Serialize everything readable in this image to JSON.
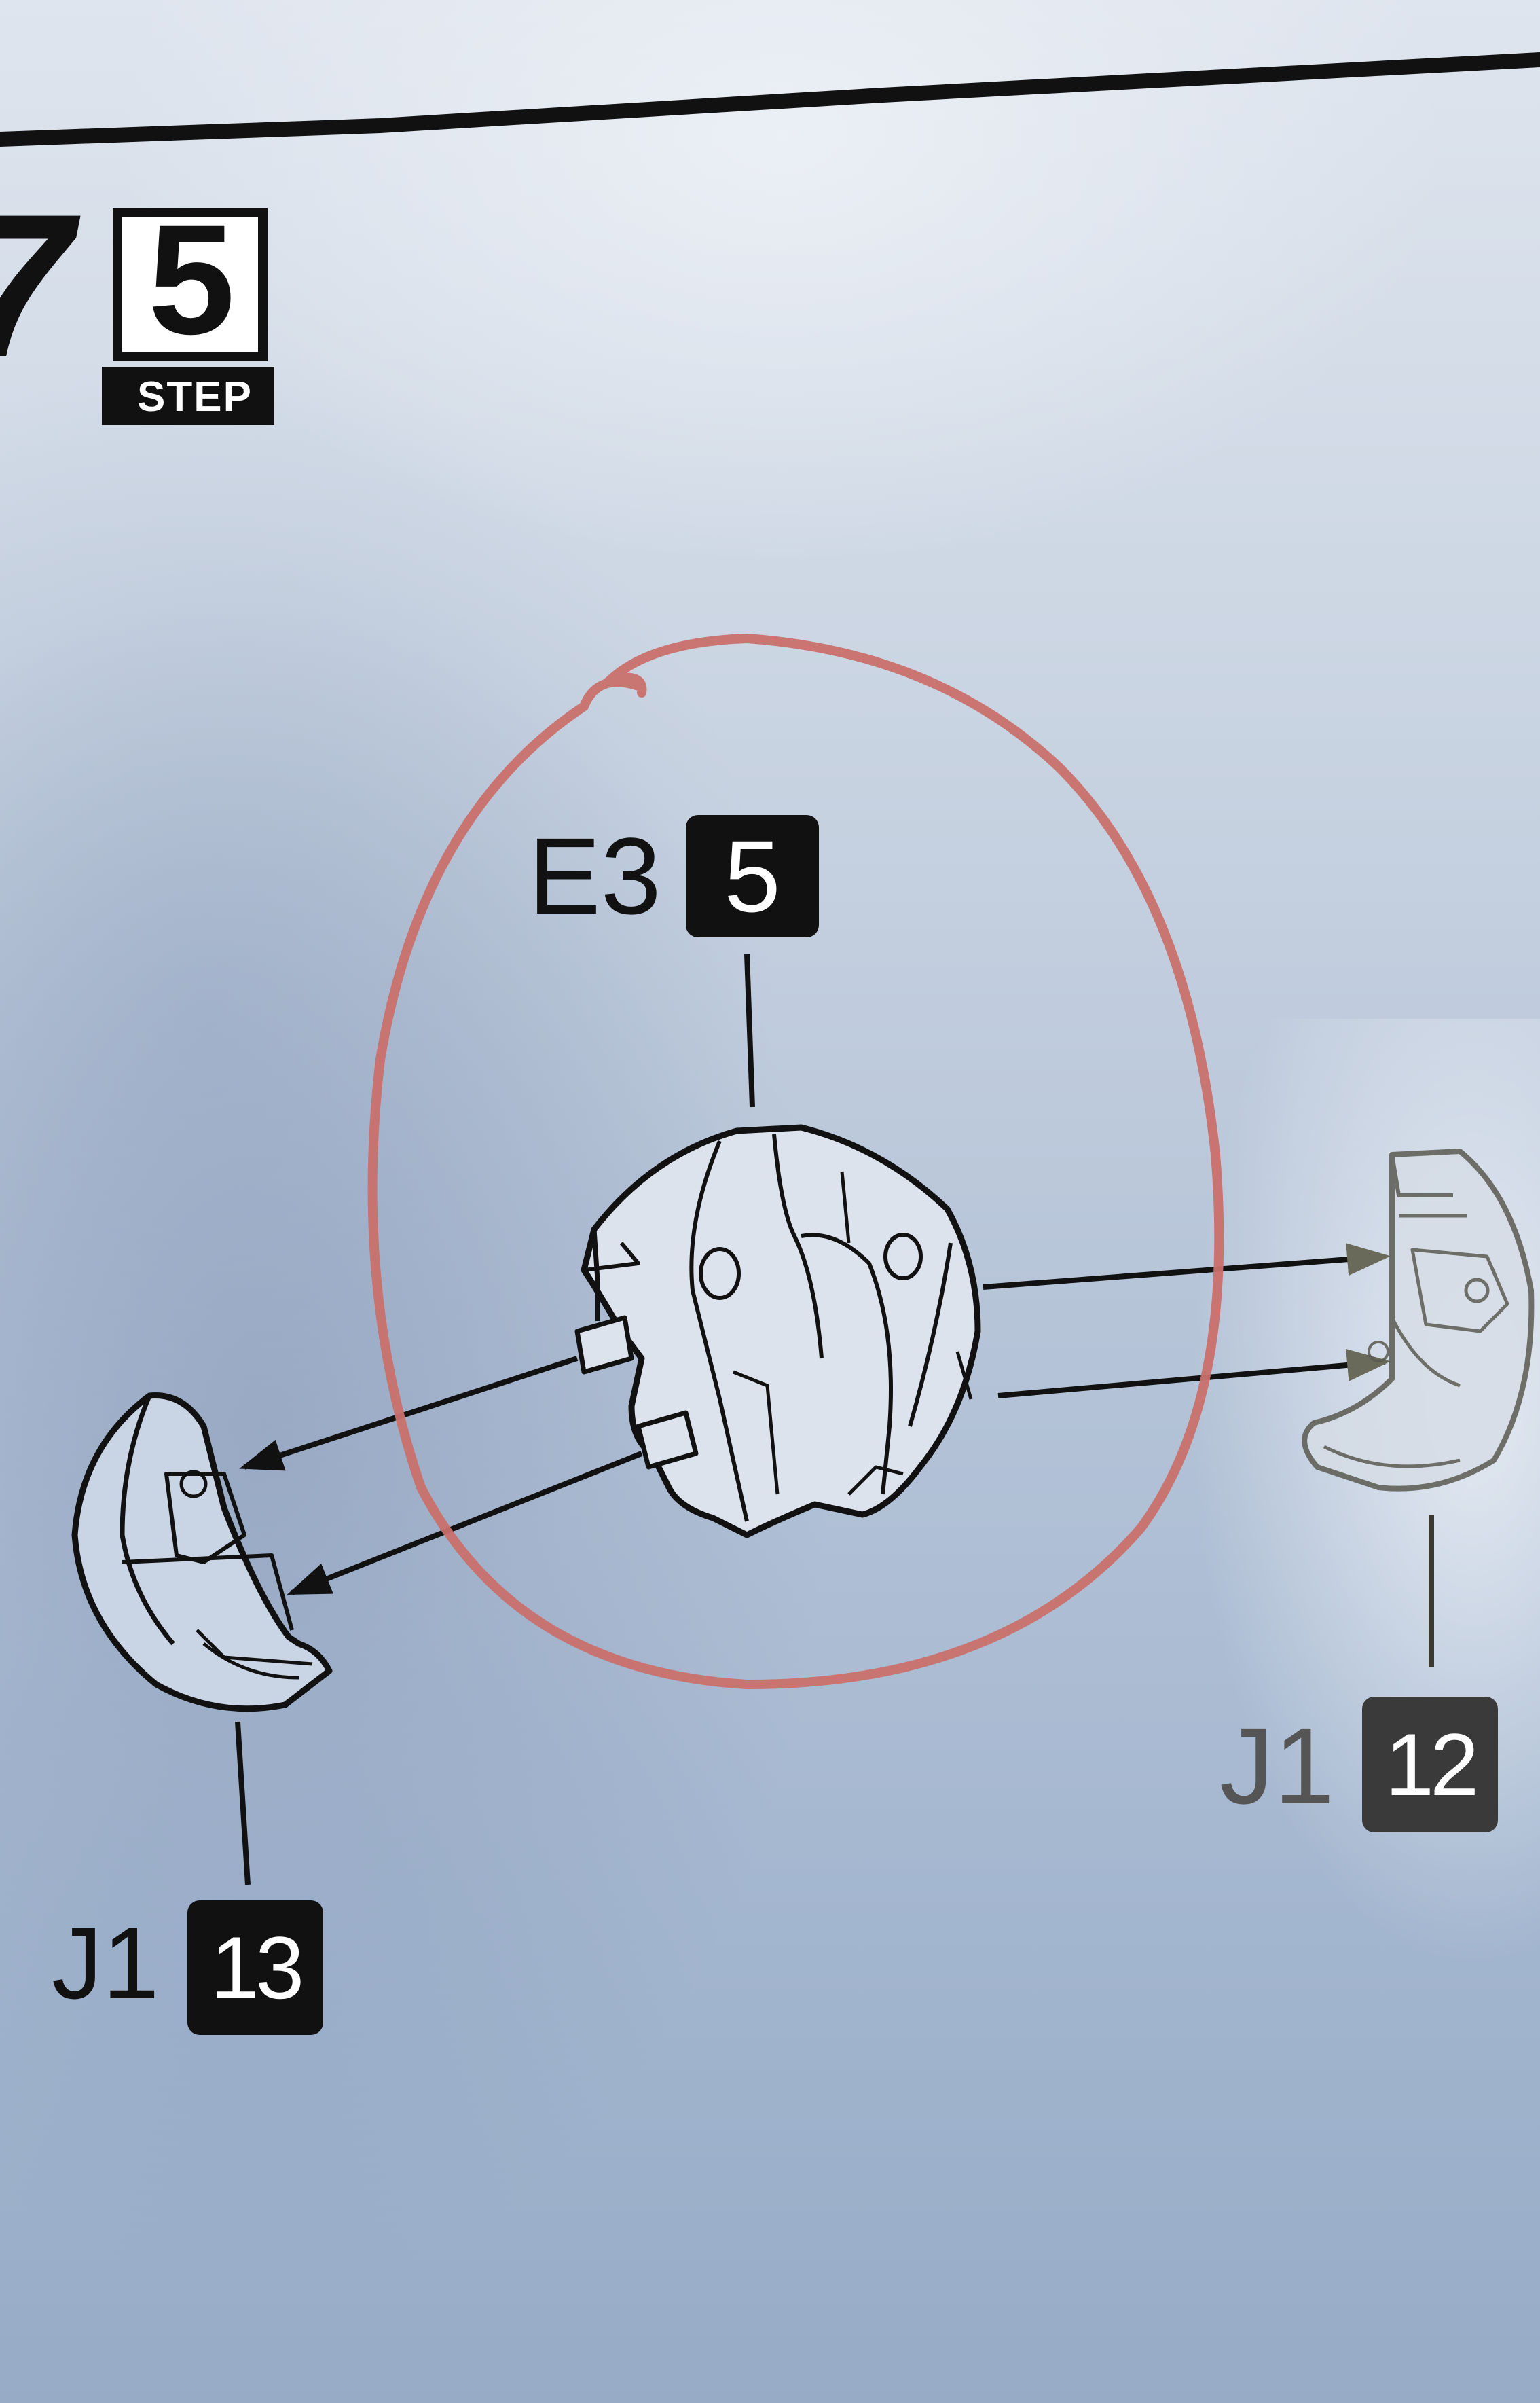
{
  "step": {
    "previous_digit": "7",
    "number": "5",
    "label": "STEP"
  },
  "parts": [
    {
      "code": "E3",
      "number": "5"
    },
    {
      "code": "J1",
      "number": "13"
    },
    {
      "code": "J1",
      "number": "12"
    }
  ],
  "colors": {
    "ink": "#111111",
    "annotation_circle": "#c9706c",
    "paper": "#dfe5ee"
  }
}
